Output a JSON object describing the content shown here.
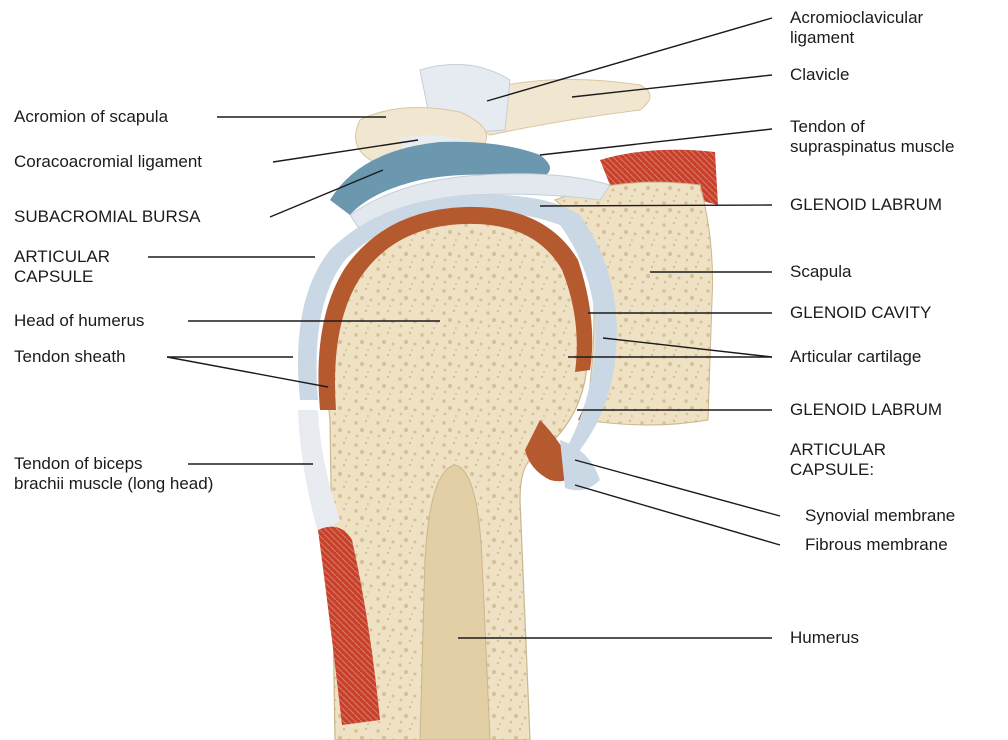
{
  "labels": {
    "acromioclavicular": "Acromioclavicular",
    "acromioclavicular_2": "ligament",
    "clavicle": "Clavicle",
    "tendon_supraspinatus": "Tendon of",
    "tendon_supraspinatus_2": "supraspinatus muscle",
    "glenoid_labrum_top": "GLENOID LABRUM",
    "scapula": "Scapula",
    "glenoid_cavity": "GLENOID CAVITY",
    "articular_cartilage": "Articular cartilage",
    "glenoid_labrum_bottom": "GLENOID LABRUM",
    "articular_capsule_right": "ARTICULAR",
    "articular_capsule_right_2": "CAPSULE:",
    "synovial_membrane": "Synovial membrane",
    "fibrous_membrane": "Fibrous membrane",
    "humerus": "Humerus",
    "acromion": "Acromion of scapula",
    "coracoacromial": "Coracoacromial ligament",
    "subacromial_bursa": "SUBACROMIAL BURSA",
    "articular_capsule_left": "ARTICULAR",
    "articular_capsule_left_2": "CAPSULE",
    "head_of_humerus": "Head of humerus",
    "tendon_sheath": "Tendon sheath",
    "tendon_biceps": "Tendon of biceps",
    "tendon_biceps_2": "brachii muscle (long head)"
  },
  "colors": {
    "bone": "#efe1c4",
    "bone_pore": "#d8c39d",
    "marrow": "#e2cfa6",
    "cartilage": "#b5592f",
    "capsule": "#c9d8e4",
    "bursa": "#6b98ae",
    "muscle": "#c8402c",
    "ligament": "#e8ecf0"
  }
}
